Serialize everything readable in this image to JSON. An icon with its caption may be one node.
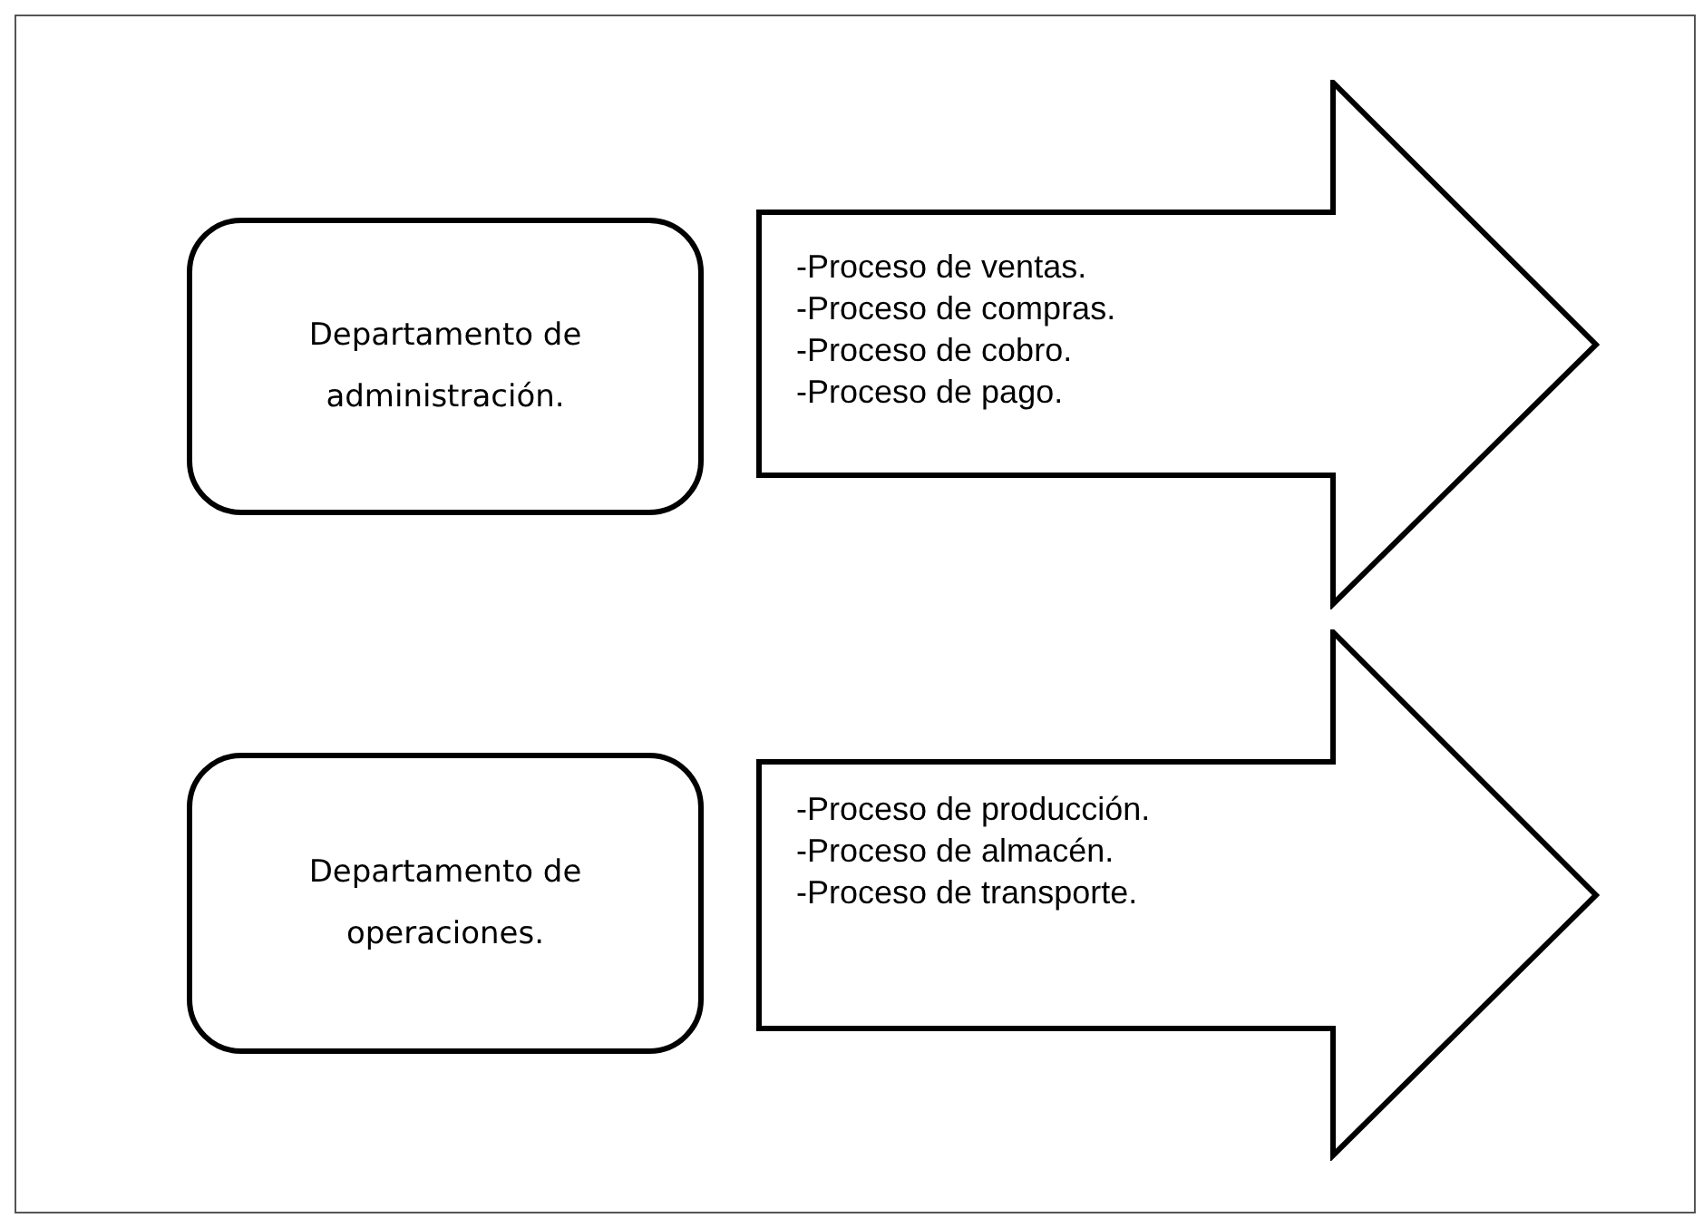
{
  "diagram": {
    "nodes": [
      {
        "text": [
          "Departamento de administración."
        ]
      },
      {
        "text": [
          "-Proceso de ventas.",
          "-Proceso de compras.",
          "-Proceso de cobro.",
          "-Proceso de pago."
        ]
      },
      {
        "text": [
          "Departamento de operaciones."
        ]
      },
      {
        "text": [
          "-Proceso de producción.",
          "-Proceso de almacén.",
          "-Proceso de transporte."
        ]
      }
    ]
  }
}
